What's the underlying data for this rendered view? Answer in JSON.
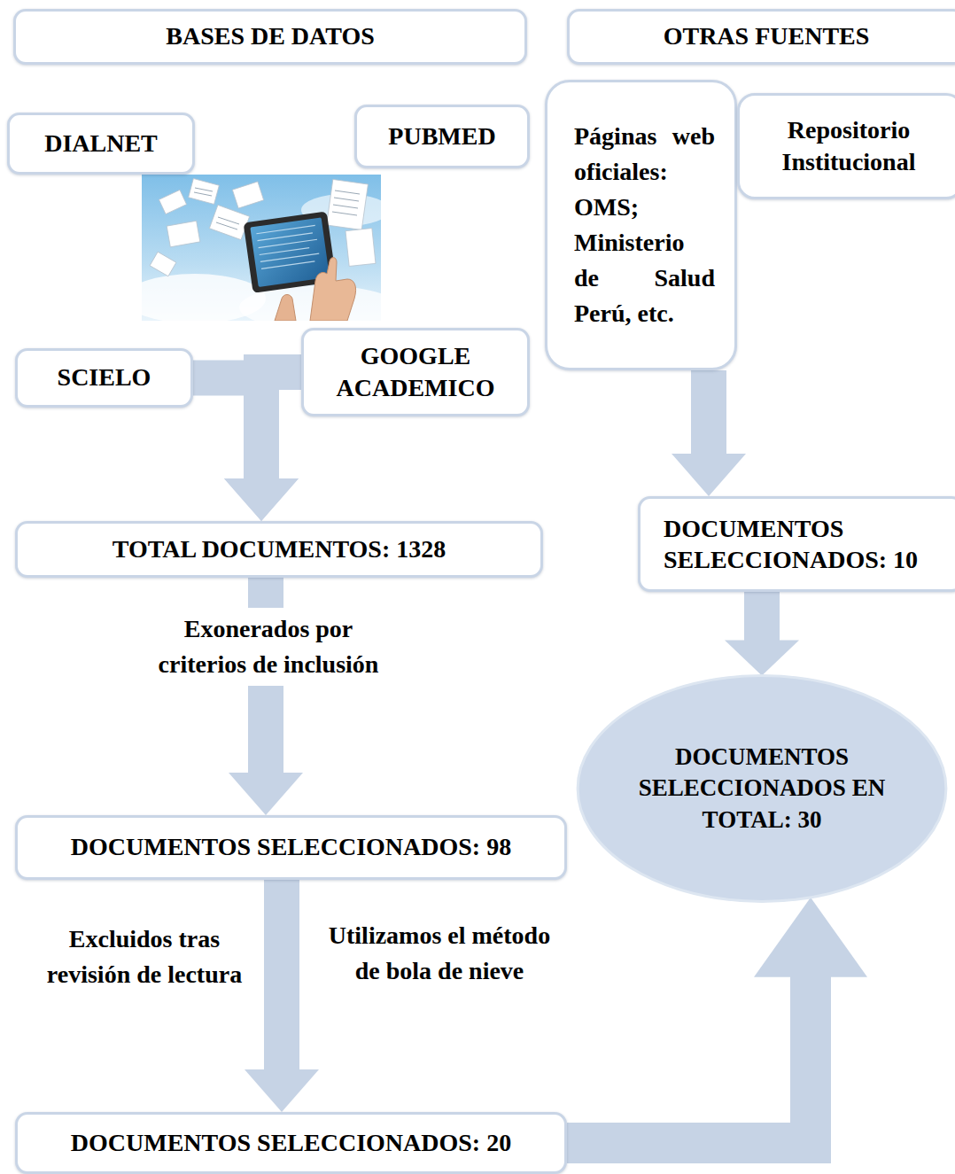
{
  "diagram": {
    "nodes": [
      {
        "text": [
          "BASES DE DATOS"
        ]
      },
      {
        "text": [
          "OTRAS FUENTES"
        ]
      },
      {
        "text": [
          "DIALNET"
        ]
      },
      {
        "text": [
          "PUBMED"
        ]
      },
      {
        "text": [
          "Páginas web oficiales: OMS; Ministerio de Salud Perú, etc."
        ]
      },
      {
        "text": [
          "Repositorio Institucional"
        ]
      },
      {
        "text": [
          "SCIELO"
        ]
      },
      {
        "text": [
          "GOOGLE ACADEMICO"
        ]
      },
      {
        "text": [
          "TOTAL DOCUMENTOS: 1328"
        ]
      },
      {
        "text": [
          "DOCUMENTOS SELECCIONADOS: 10"
        ]
      },
      {
        "text": [
          "DOCUMENTOS SELECCIONADOS EN TOTAL: 30"
        ]
      },
      {
        "text": [
          "DOCUMENTOS SELECCIONADOS: 98"
        ]
      },
      {
        "text": [
          "DOCUMENTOS SELECCIONADOS: 20"
        ]
      }
    ],
    "edges": [
      {
        "from": 6,
        "to": 8,
        "arrow": "to"
      },
      {
        "from": 7,
        "to": 8,
        "arrow": "to"
      },
      {
        "from": 4,
        "to": 9,
        "arrow": "to"
      },
      {
        "from": 8,
        "to": 11,
        "arrow": "to",
        "label": "Exonerados por criterios de inclusión"
      },
      {
        "from": 9,
        "to": 10,
        "arrow": "to"
      },
      {
        "from": 11,
        "to": 12,
        "arrow": "to"
      },
      {
        "from": 12,
        "to": 10,
        "arrow": "to"
      }
    ],
    "labels": [
      "Excluidos tras revisión de lectura",
      "Utilizamos el método de bola de nieve"
    ]
  }
}
